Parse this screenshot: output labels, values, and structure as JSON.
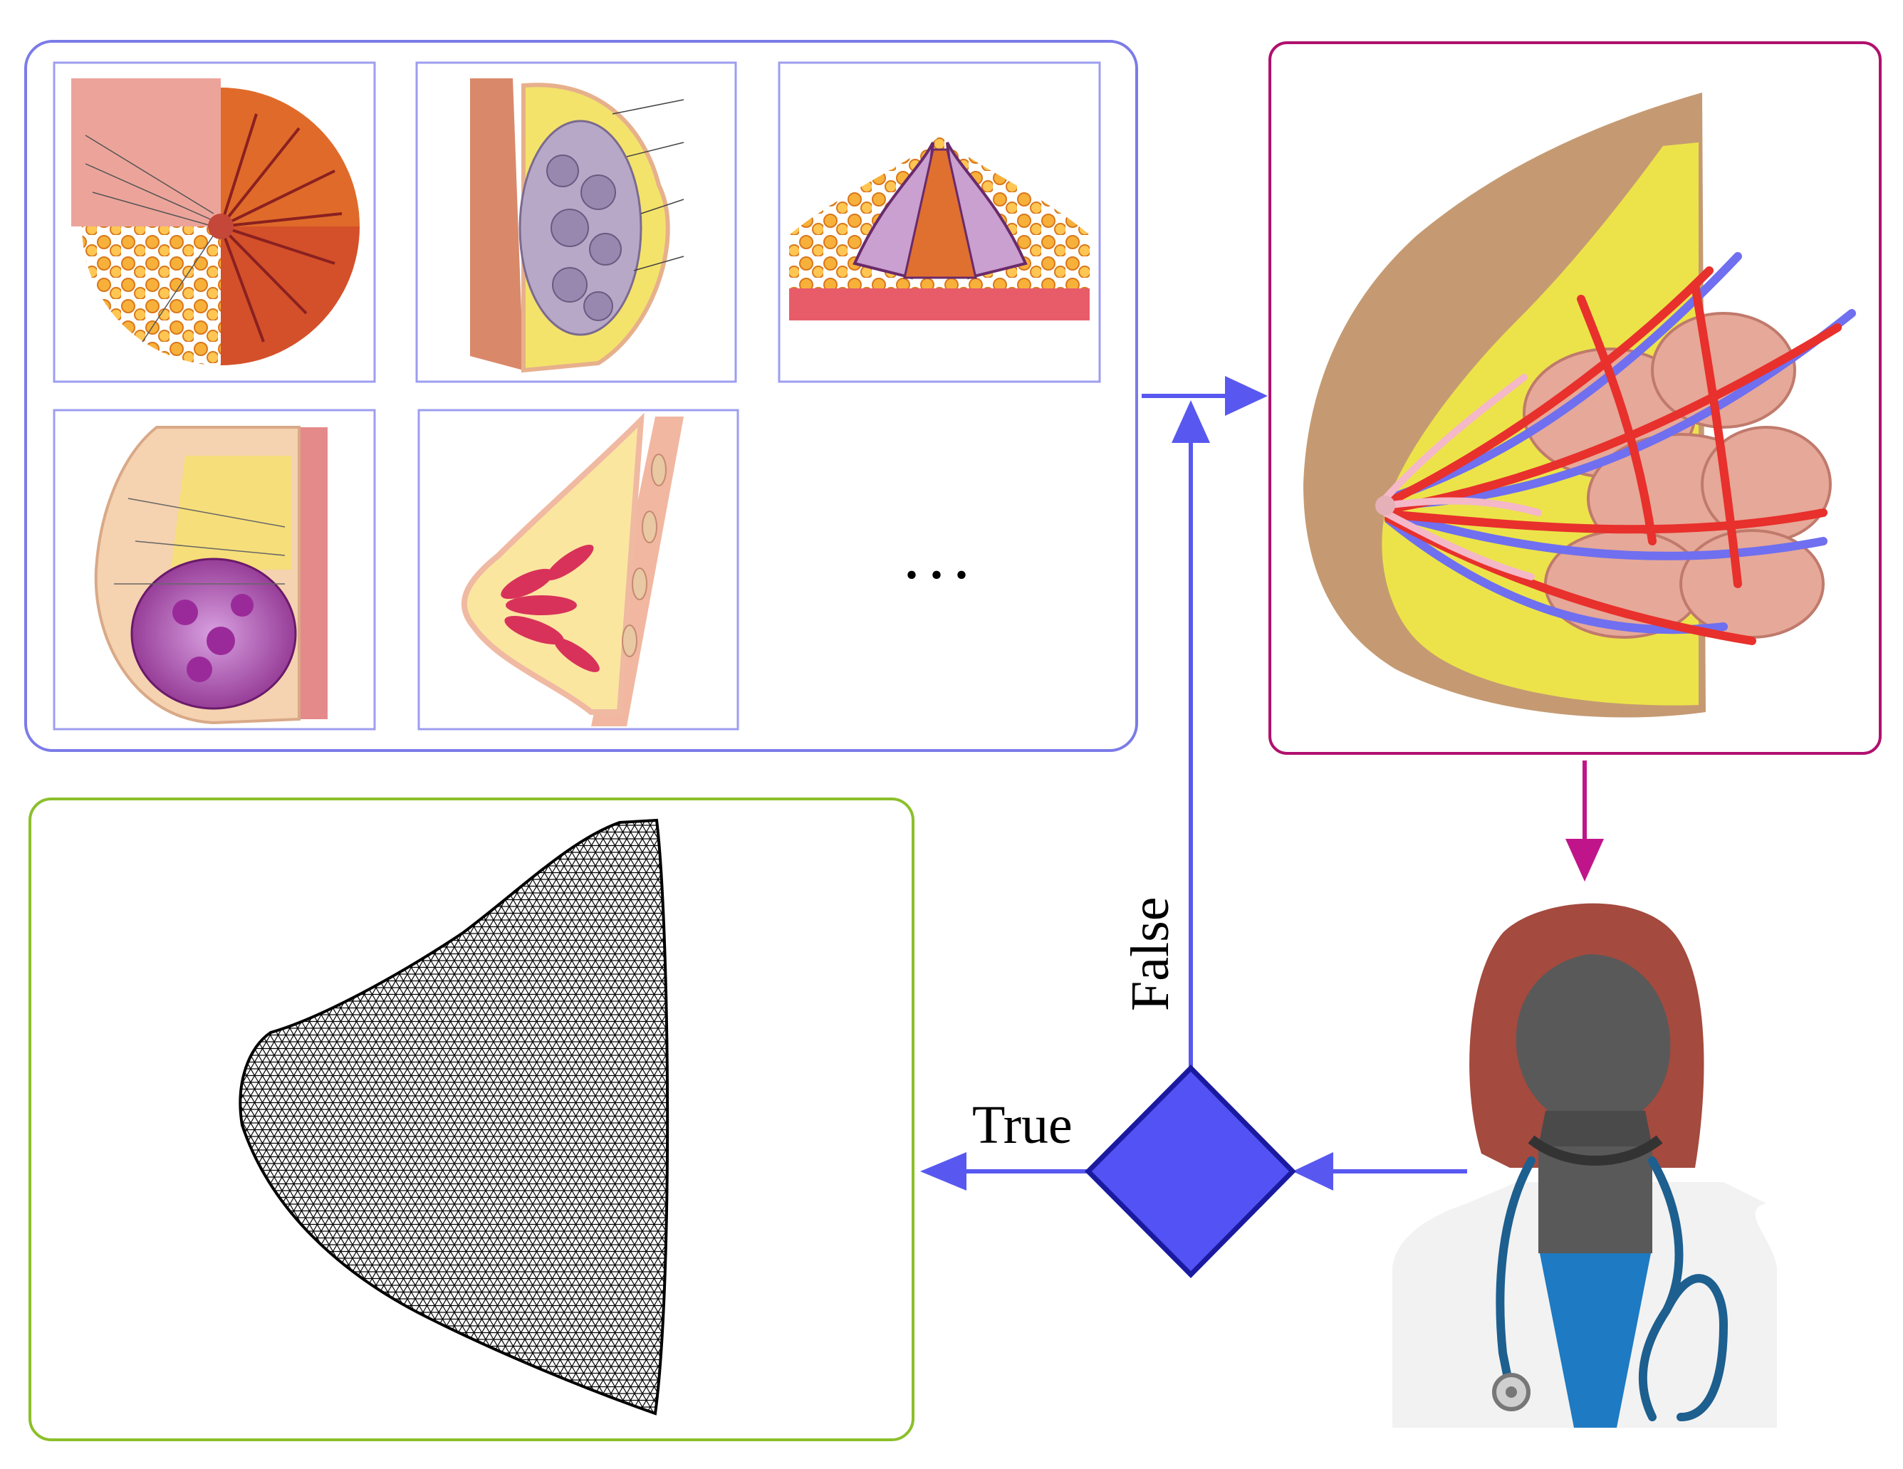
{
  "labels": {
    "true_label": "True",
    "false_label": "False",
    "ellipsis": ". . ."
  },
  "colors": {
    "references_frame": "#7b7be8",
    "model_frame": "#b0106e",
    "mesh_frame": "#8cbf2a",
    "flow_arrow": "#5858f0",
    "review_arrow": "#c0158a",
    "decision_fill": "#5252f5",
    "decision_stroke": "#1a1aa0"
  },
  "nodes": {
    "references": "anatomical-reference-illustrations",
    "model": "3d-breast-anatomy-model",
    "reviewer": "clinician-reviewer",
    "decision": "decision-diamond",
    "output": "tetrahedral-mesh"
  }
}
